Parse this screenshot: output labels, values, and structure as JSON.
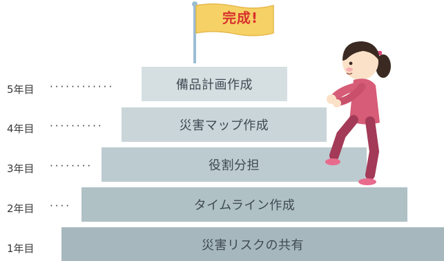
{
  "flag": {
    "label": "完成!"
  },
  "stairs": [
    {
      "year": "5年目",
      "dots": "············",
      "label": "備品計画作成",
      "color": "#d5dfe2"
    },
    {
      "year": "4年目",
      "dots": "··········",
      "label": "災害マップ作成",
      "color": "#c9d5d9"
    },
    {
      "year": "3年目",
      "dots": "········",
      "label": "役割分担",
      "color": "#bccbd0"
    },
    {
      "year": "2年目",
      "dots": "····",
      "label": "タイムライン作成",
      "color": "#b0c1c6"
    },
    {
      "year": "1年目",
      "dots": "",
      "label": "災害リスクの共有",
      "color": "#a6b8bd"
    }
  ]
}
